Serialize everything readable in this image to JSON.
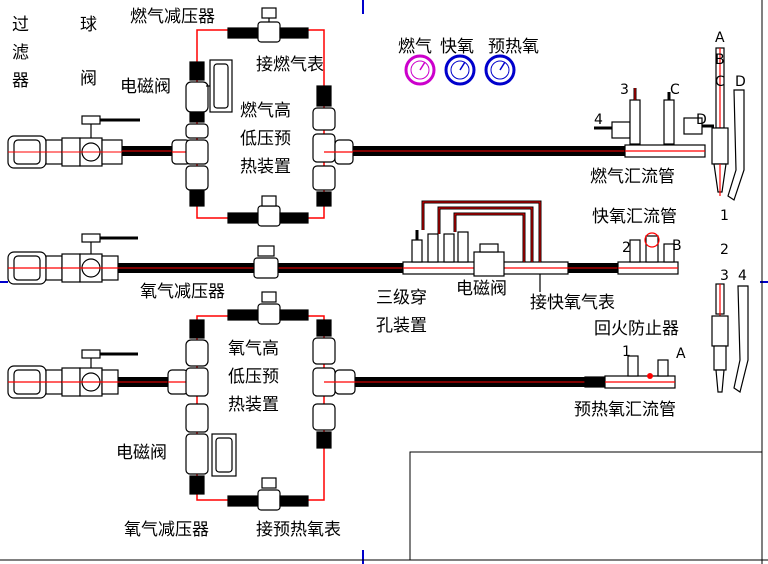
{
  "labels": {
    "filter_chars": [
      "过",
      "滤",
      "器"
    ],
    "ball_valve_chars": [
      "球",
      "阀"
    ],
    "gas_reducer_top": "燃气减压器",
    "gas_gauge_conn": "接燃气表",
    "solenoid_top": "电磁阀",
    "gas_preheat_lines": [
      "燃气高",
      "低压预",
      "热装置"
    ],
    "oxygen_reducer_mid": "氧气减压器",
    "three_stage_lines": [
      "三级穿",
      "孔装置"
    ],
    "solenoid_mid": "电磁阀",
    "fast_oxygen_gauge_conn": "接快氧气表",
    "oxygen_preheat_lines": [
      "氧气高",
      "低压预",
      "热装置"
    ],
    "solenoid_bottom": "电磁阀",
    "oxygen_reducer_bottom": "氧气减压器",
    "preheat_oxygen_gauge_conn": "接预热氧表",
    "gas_manifold": "燃气汇流管",
    "fast_oxygen_manifold": "快氧汇流管",
    "flashback_arrestor": "回火防止器",
    "preheat_oxygen_manifold": "预热氧汇流管"
  },
  "gauges": [
    {
      "label": "燃气",
      "color": "#cc00cc"
    },
    {
      "label": "快氧",
      "color": "#0000cc"
    },
    {
      "label": "预热氧",
      "color": "#0000cc"
    }
  ],
  "markers": {
    "gas_3": "3",
    "gas_4": "4",
    "gas_C": "C",
    "gas_D": "D",
    "fast_2": "2",
    "fast_B": "B",
    "pre_1": "1",
    "pre_A": "A",
    "torch_letters": [
      "A",
      "B",
      "C"
    ],
    "torch_D": "D",
    "torch_numbers": [
      "1",
      "2",
      "3"
    ],
    "torch_4": "4"
  },
  "colors": {
    "pipe": "#000000",
    "line": "#ff0000",
    "frame": "#0000cc",
    "gauge_blue": "#0000cc",
    "gauge_magenta": "#cc00cc"
  }
}
